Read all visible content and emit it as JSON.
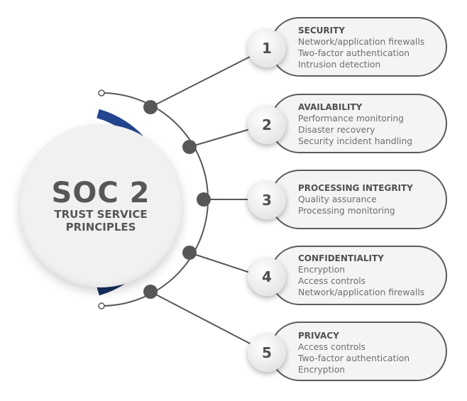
{
  "center": {
    "title": "SOC 2",
    "subtitle_line1": "TRUST SERVICE",
    "subtitle_line2": "PRINCIPLES"
  },
  "colors": {
    "accent": "#1f3f84",
    "connector": "#555759",
    "pill_bg": "#f4f4f6"
  },
  "principles": [
    {
      "number": "1",
      "title": "SECURITY",
      "items": [
        "Network/application firewalls",
        "Two-factor authentication",
        "Intrusion detection"
      ]
    },
    {
      "number": "2",
      "title": "AVAILABILITY",
      "items": [
        "Performance monitoring",
        "Disaster recovery",
        "Security incident handling"
      ]
    },
    {
      "number": "3",
      "title": "PROCESSING INTEGRITY",
      "items": [
        "Quality assurance",
        "Processing monitoring"
      ]
    },
    {
      "number": "4",
      "title": "CONFIDENTIALITY",
      "items": [
        "Encryption",
        "Access controls",
        "Network/application firewalls"
      ]
    },
    {
      "number": "5",
      "title": "PRIVACY",
      "items": [
        "Access controls",
        "Two-factor authentication",
        "Encryption"
      ]
    }
  ]
}
